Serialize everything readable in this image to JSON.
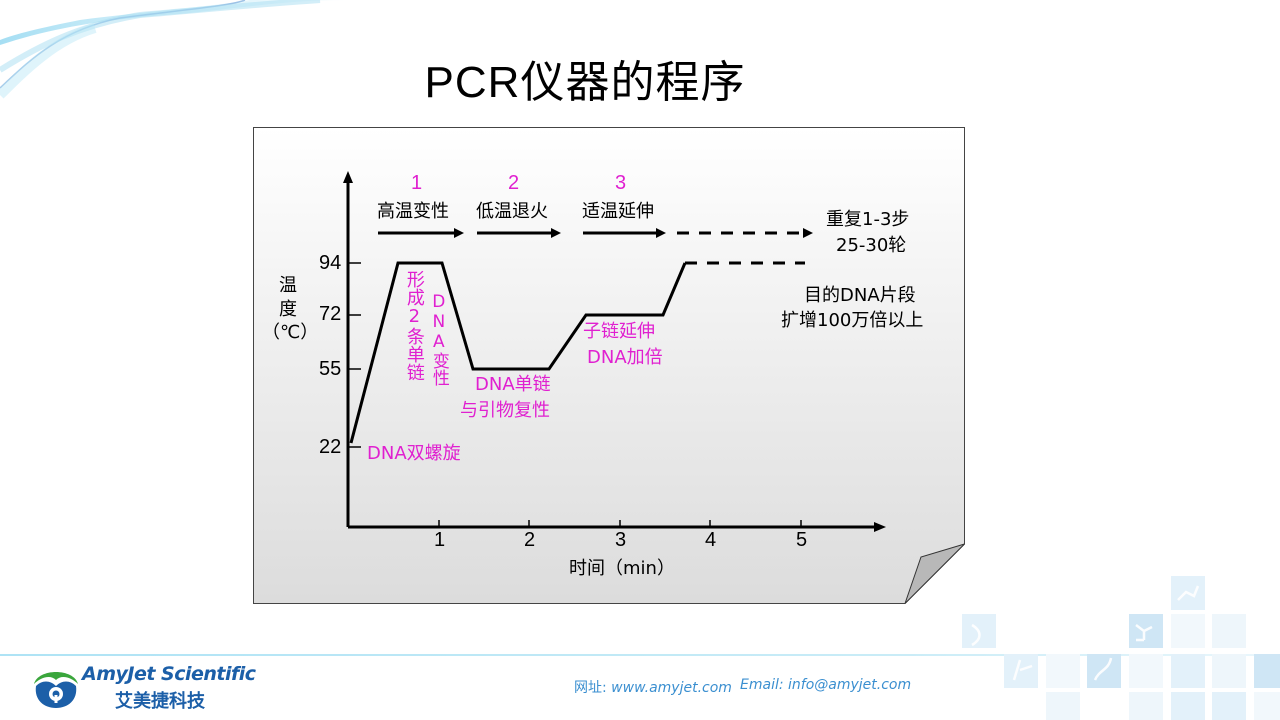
{
  "slide": {
    "title_latin": "PCR",
    "title_cn": "仪器的程序"
  },
  "chart_data": {
    "type": "line",
    "title": "PCR仪器的程序",
    "xlabel": "时间（min）",
    "ylabel": "温度（℃）",
    "x_ticks": [
      "1",
      "2",
      "3",
      "4",
      "5"
    ],
    "y_ticks": [
      "22",
      "55",
      "72",
      "94"
    ],
    "series": [
      {
        "name": "temperature profile",
        "points": [
          [
            0.05,
            22
          ],
          [
            0.55,
            94
          ],
          [
            1.05,
            94
          ],
          [
            1.4,
            55
          ],
          [
            2.2,
            55
          ],
          [
            2.6,
            72
          ],
          [
            3.45,
            72
          ],
          [
            3.75,
            94
          ]
        ],
        "continuation_dashed": [
          [
            3.75,
            94
          ],
          [
            5.0,
            94
          ]
        ]
      }
    ],
    "steps": [
      {
        "number": "1",
        "name": "高温变性"
      },
      {
        "number": "2",
        "name": "低温退火"
      },
      {
        "number": "3",
        "name": "适温延伸"
      }
    ],
    "annotations": {
      "repeat_line1": "重复1-3步",
      "repeat_line2": "25-30轮",
      "result_line1": "目的DNA片段",
      "result_line2": "扩增100万倍以上",
      "start_state": "DNA双螺旋",
      "denature_a": "形成2条单链",
      "denature_b": "DNA变性",
      "anneal_line1": "DNA单链",
      "anneal_line2": "与引物复性",
      "extend_line1": "子链延伸",
      "extend_line2": "DNA加倍"
    },
    "ylabel_chars": [
      "温",
      "度",
      "（℃）"
    ],
    "colors": {
      "annotation": "#e020d0",
      "line": "#000000",
      "sheet_bg_top": "#ffffff",
      "sheet_bg_bottom": "#dcdcdc"
    }
  },
  "footer": {
    "brand_en": "AmyJet Scientific",
    "brand_cn": "艾美捷科技",
    "website_label": "网址:",
    "website": "www.amyjet.com",
    "email_label": "Email:",
    "email": "info@amyjet.com"
  }
}
